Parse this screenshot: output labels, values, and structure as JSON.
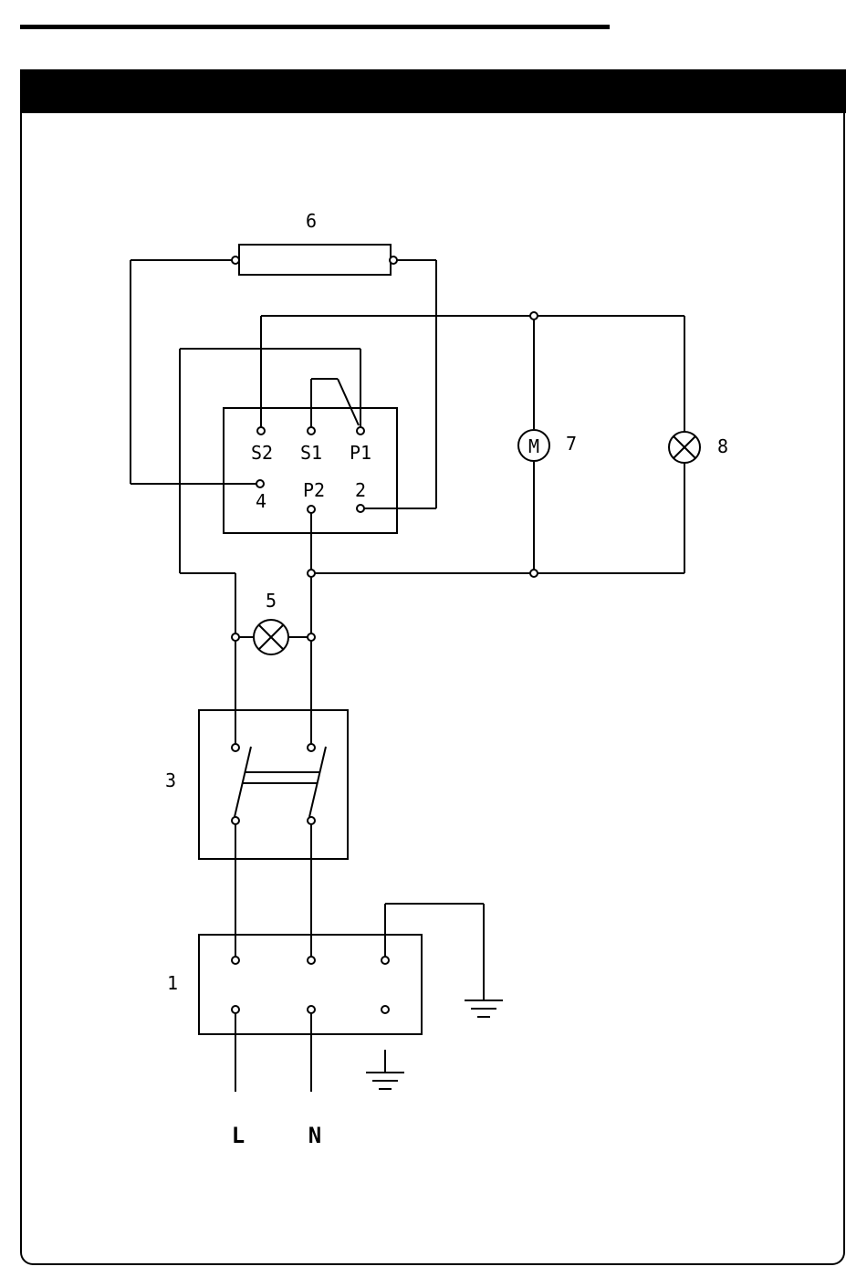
{
  "diagram": {
    "labels": {
      "c1": "1",
      "c3": "3",
      "c5": "5",
      "c6": "6",
      "c7": "7",
      "c8": "8"
    },
    "terminals": {
      "s2": "S2",
      "s1": "S1",
      "p1": "P1",
      "t4": "4",
      "p2": "P2",
      "t2": "2"
    },
    "motor_symbol": "M",
    "supply": {
      "live": "L",
      "neutral": "N"
    }
  }
}
